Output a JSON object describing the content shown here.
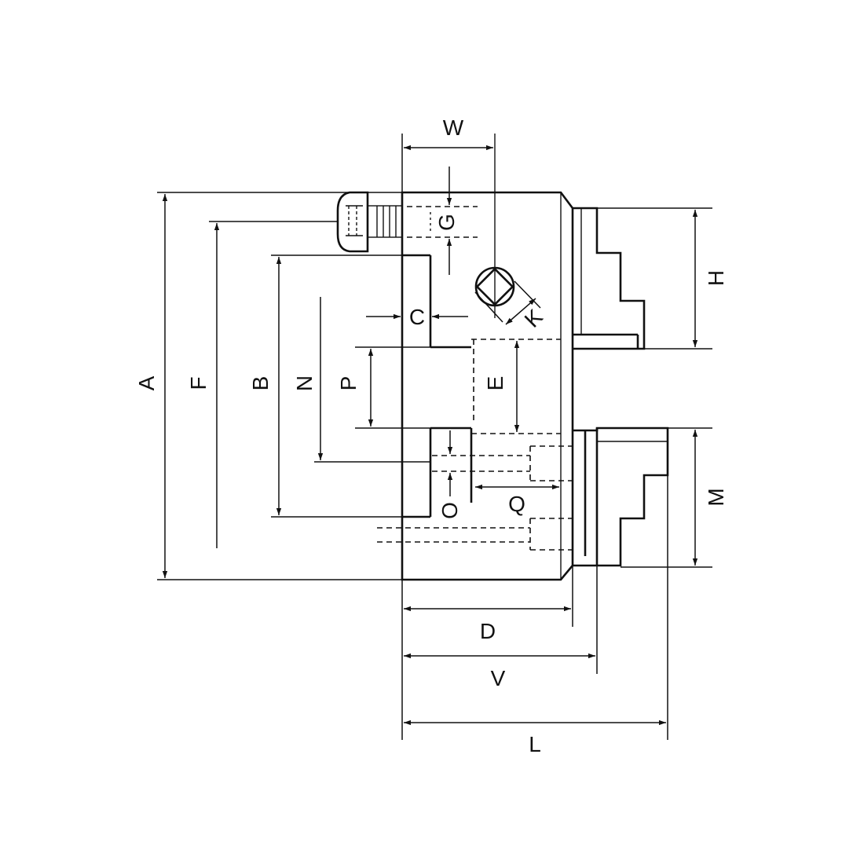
{
  "diagram": {
    "labels": {
      "W": "W",
      "G": "G",
      "C": "C",
      "K": "K",
      "A": "A",
      "F": "F",
      "B": "B",
      "N": "N",
      "P": "P",
      "E": "E",
      "O": "O",
      "Q": "Q",
      "H": "H",
      "M": "M",
      "D": "D",
      "V": "V",
      "L": "L"
    }
  }
}
